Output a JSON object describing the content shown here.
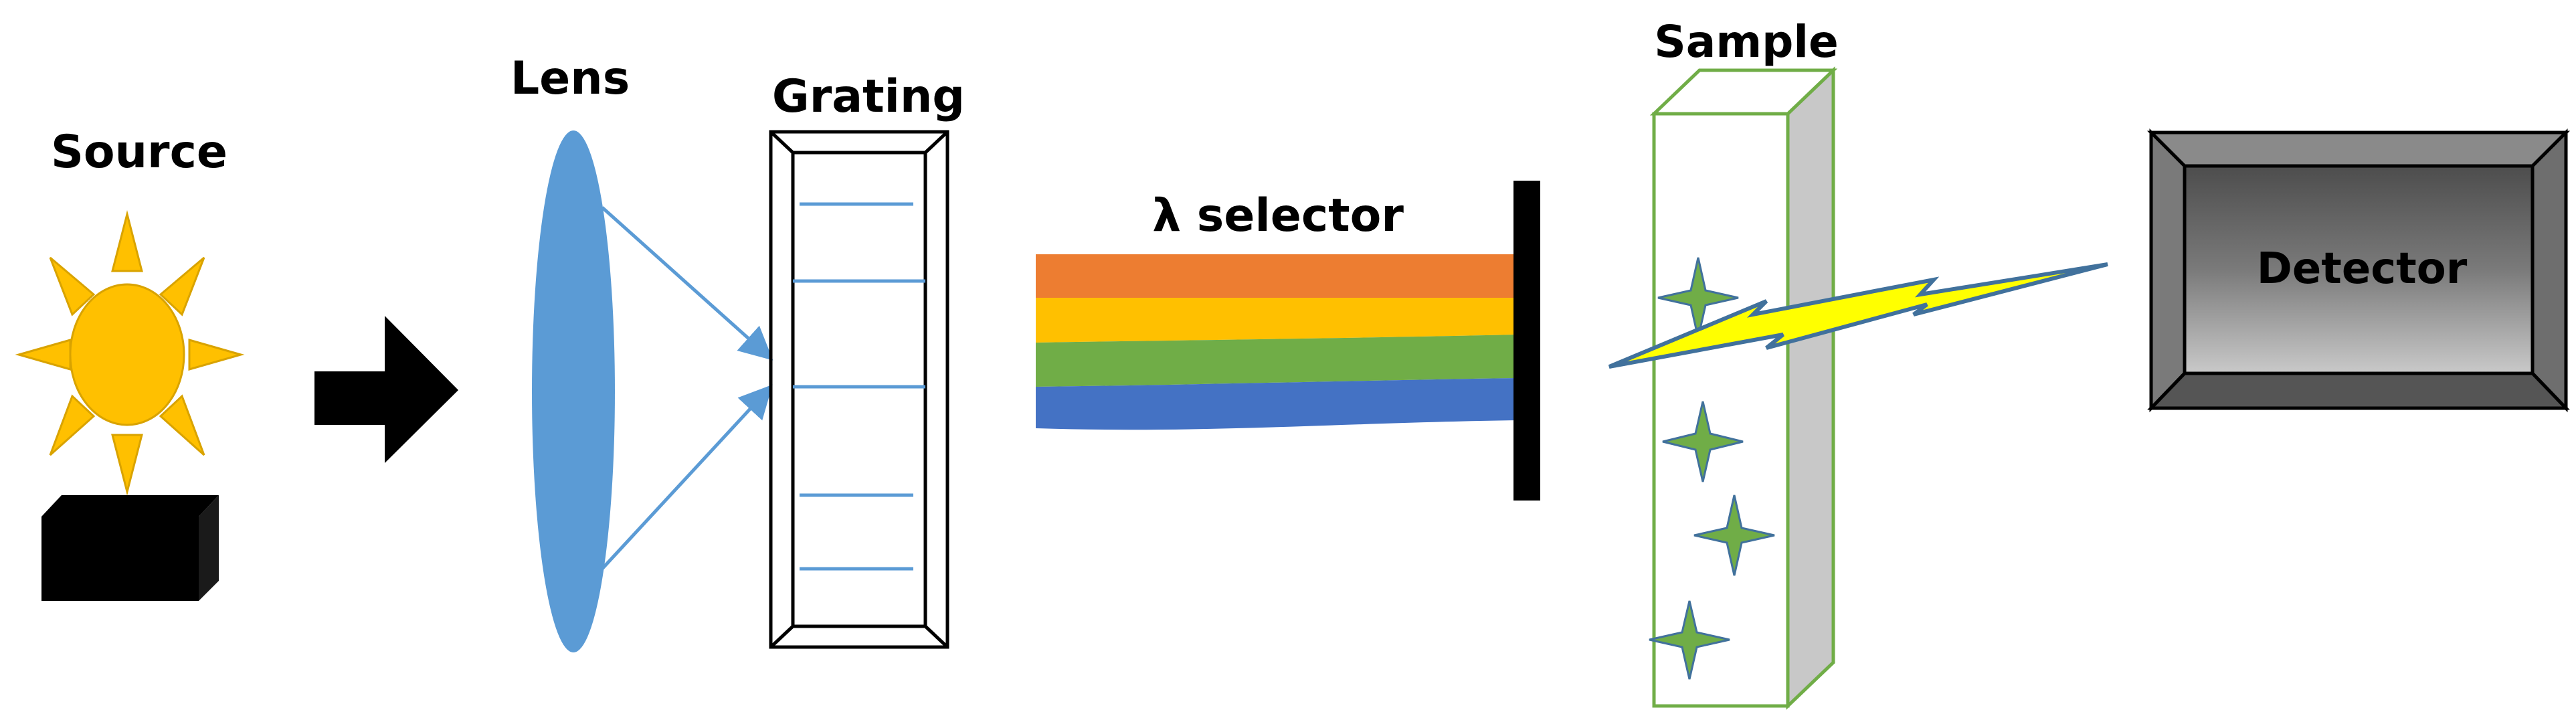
{
  "labels": {
    "source": "Source",
    "lens": "Lens",
    "grating": "Grating",
    "selector": "λ selector",
    "sample": "Sample",
    "detector": "Detector"
  },
  "colors": {
    "sun": "#FFC000",
    "sun_outline": "#D9A300",
    "lens": "#5B9BD5",
    "beam": "#5B9BD5",
    "spectrum": [
      "#ED7D31",
      "#FFC000",
      "#70AD47",
      "#4472C4"
    ],
    "sample_outline": "#70AD47",
    "sample_side": "#C8C8C8",
    "star_fill": "#70AD47",
    "star_outline": "#41719C",
    "lightning_fill": "#FFFF00",
    "lightning_outline": "#41719C",
    "detector_front": "#6E6E6E",
    "arrow": "#000000"
  }
}
